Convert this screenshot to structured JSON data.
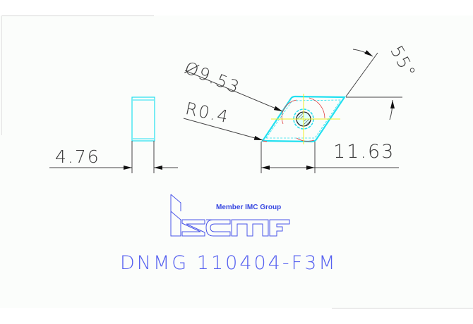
{
  "drawing": {
    "dimensions": {
      "thickness": "4.76",
      "length": "11.63",
      "inscribed_circle": "Ø9.53",
      "corner_radius": "R0.4",
      "included_angle": "55°"
    },
    "logo": {
      "brand": "iscar",
      "tagline": "Member IMC Group"
    },
    "designation": "DNMG 110404-F3M"
  },
  "colors": {
    "background": "#fbfdfb",
    "dimension_lines": "#3a3a3a",
    "insert_outline": "#22e0f0",
    "centerlines": "#f0f020",
    "arcs": "#e04040",
    "brand_blue": "#5560f0"
  }
}
